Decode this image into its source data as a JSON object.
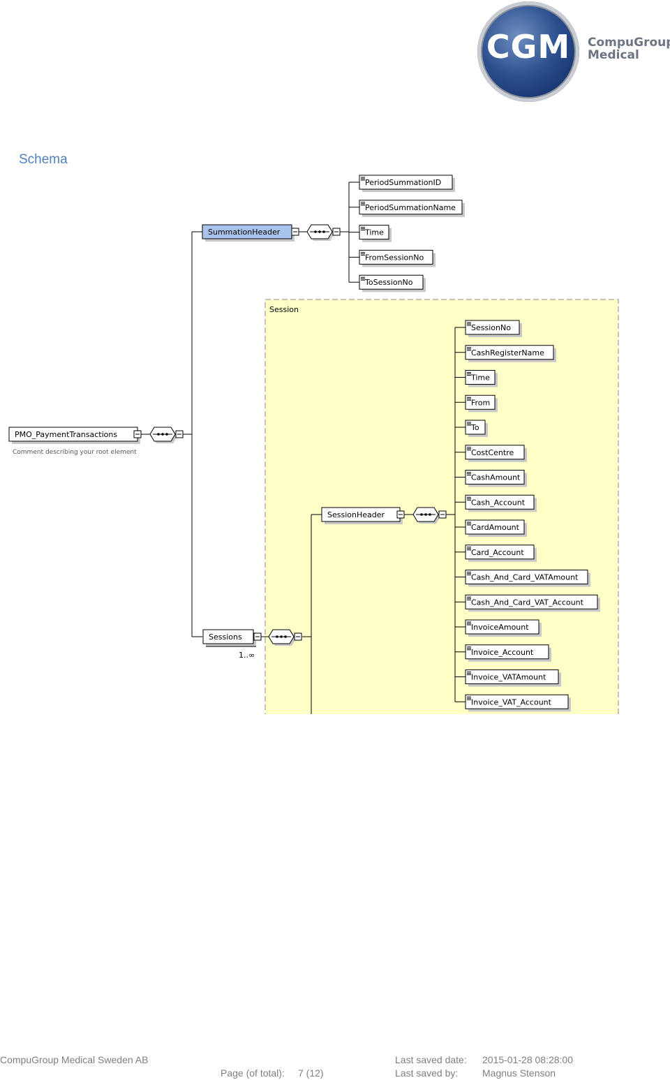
{
  "logo": {
    "letters": "CGM",
    "word1": "CompuGroup",
    "word2": "Medical"
  },
  "heading": "Schema",
  "diagram": {
    "root": {
      "name": "PMO_PaymentTransactions",
      "comment": "Comment describing your root element"
    },
    "summation_header": {
      "name": "SummationHeader",
      "children": [
        "PeriodSummationID",
        "PeriodSummationName",
        "Time",
        "FromSessionNo",
        "ToSessionNo"
      ]
    },
    "sessions": {
      "name": "Sessions",
      "cardinality": "1..∞"
    },
    "session_group": {
      "name": "Session"
    },
    "session_header": {
      "name": "SessionHeader",
      "children": [
        "SessionNo",
        "CashRegisterName",
        "Time",
        "From",
        "To",
        "CostCentre",
        "CashAmount",
        "Cash_Account",
        "CardAmount",
        "Card_Account",
        "Cash_And_Card_VATAmount",
        "Cash_And_Card_VAT_Account",
        "InvoiceAmount",
        "Invoice_Account",
        "Invoice_VATAmount",
        "Invoice_VAT_Account"
      ]
    },
    "colors": {
      "selected_fill": "#a9c4ea",
      "group_fill": "#ffffc8",
      "element_border": "#000000"
    }
  },
  "footer": {
    "company": "CompuGroup Medical Sweden AB",
    "page_label": "Page (of total):",
    "page_value": "7 (12)",
    "saved_date_label": "Last saved date:",
    "saved_date_value": "2015-01-28 08:28:00",
    "saved_by_label": "Last saved by:",
    "saved_by_value": "Magnus Stenson"
  }
}
